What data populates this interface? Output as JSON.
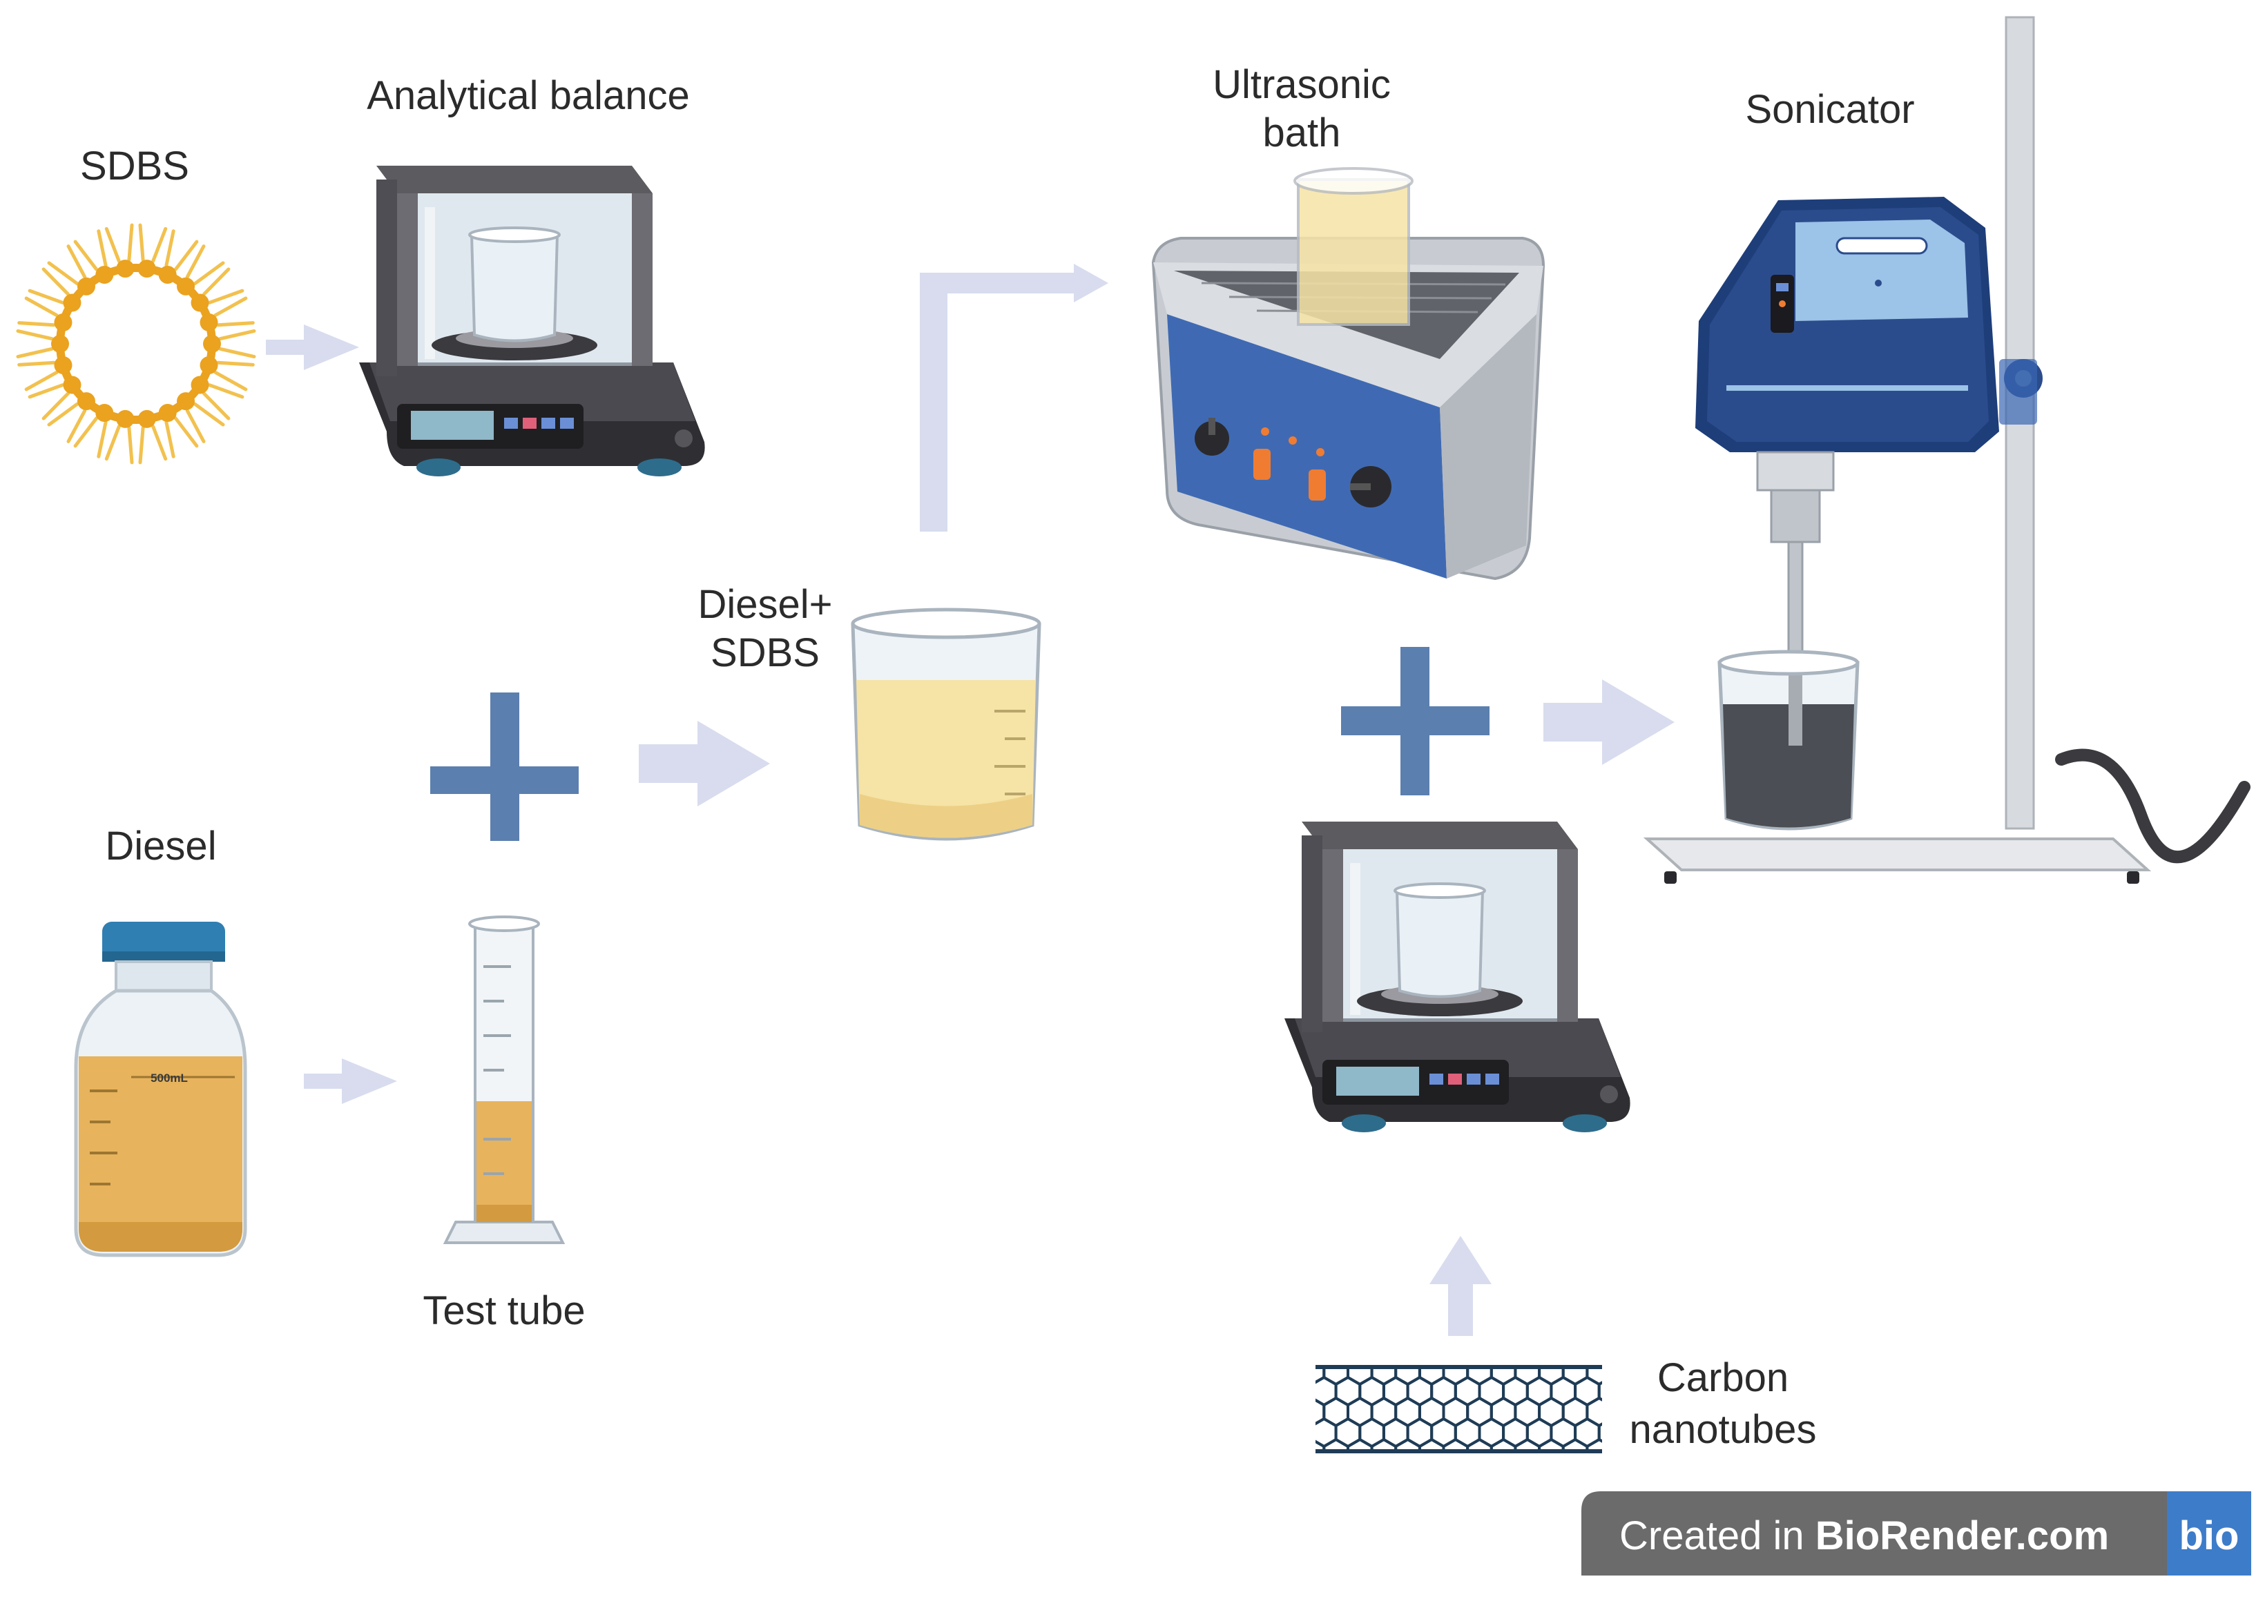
{
  "labels": {
    "sdbs": "SDBS",
    "analytical_balance": "Analytical balance",
    "ultrasonic_bath_line1": "Ultrasonic",
    "ultrasonic_bath_line2": "bath",
    "sonicator": "Sonicator",
    "diesel_sdbs_line1": "Diesel+",
    "diesel_sdbs_line2": "SDBS",
    "diesel": "Diesel",
    "test_tube": "Test tube",
    "carbon_line1": "Carbon",
    "carbon_line2": "nanotubes"
  },
  "bottle_label": "500mL",
  "badge": {
    "prefix": "Created in ",
    "brand": "BioRender.com",
    "logo": "bio"
  },
  "colors": {
    "arrow": "#d8dcee",
    "plus": "#5b7fae",
    "sdbs_ring": "#eaa21f",
    "sdbs_rays": "#f2c14e",
    "diesel_liquid": "#e7b35c",
    "mix_liquid": "#f6e3a6",
    "bath_panel": "#3f6ab3",
    "sonicator_body": "#2b4c8c",
    "badge_bg": "#6b6b6b",
    "badge_logo_bg": "#3d7cc9"
  }
}
